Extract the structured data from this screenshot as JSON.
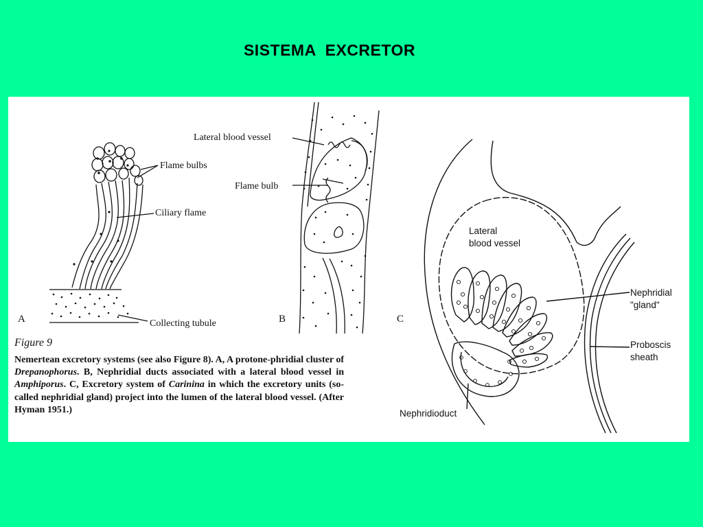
{
  "slide": {
    "title": "SISTEMA  EXCRETOR",
    "background_color": "#00FF99"
  },
  "figure": {
    "panel_a": {
      "letter": "A",
      "labels": {
        "flame_bulbs": "Flame bulbs",
        "ciliary_flame": "Ciliary flame",
        "collecting_tubule": "Collecting tubule"
      }
    },
    "panel_b": {
      "letter": "B",
      "labels": {
        "lateral_blood_vessel": "Lateral blood vessel",
        "flame_bulb": "Flame bulb"
      }
    },
    "panel_c": {
      "letter": "C",
      "labels": {
        "lateral_blood_vessel_1": "Lateral",
        "lateral_blood_vessel_2": "blood vessel",
        "nephridial_gland_1": "Nephridial",
        "nephridial_gland_2": "\"gland\"",
        "proboscis_sheath_1": "Proboscis",
        "proboscis_sheath_2": "sheath",
        "nephridioduct": "Nephridioduct"
      }
    },
    "caption": {
      "figure_label": "Figure 9",
      "p1": "Nemertean excretory systems (see also Figure 8). A, A protone-phridial cluster of ",
      "i1": "Drepanophorus",
      "p2": ". B, Nephridial ducts associated with a lateral blood vessel in ",
      "i2": "Amphiporus",
      "p3": ". C, Excretory system of ",
      "i3": "Carinina",
      "p4": " in which the excretory units (so-called nephridial gland) project into the lumen of the lateral blood vessel. (After Hyman 1951.)"
    }
  }
}
